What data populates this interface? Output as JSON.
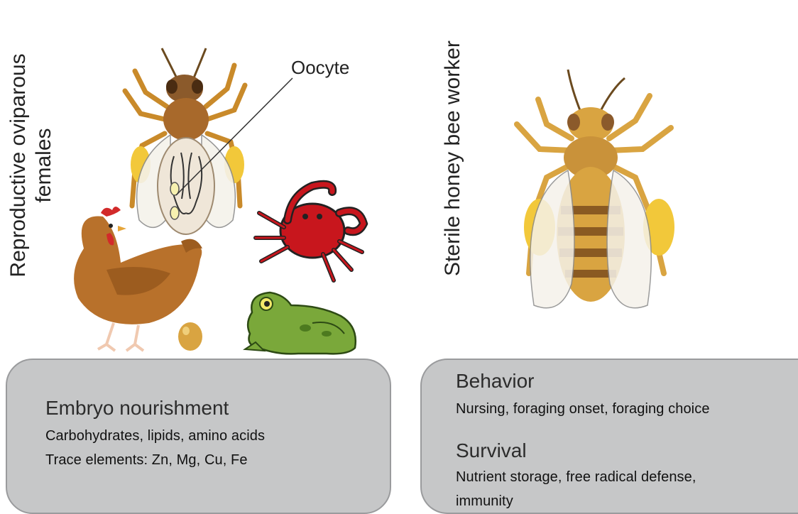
{
  "left_column": {
    "vertical_label_line1": "Reproductive oviparous",
    "vertical_label_line2": "females",
    "callout_label": "Oocyte",
    "panel": {
      "title": "Embryo nourishment",
      "line1": "Carbohydrates, lipids, amino acids",
      "line2": "Trace elements: Zn, Mg, Cu, Fe"
    }
  },
  "right_column": {
    "vertical_label": "Sterile honey bee worker",
    "panel": {
      "title1": "Behavior",
      "line1": "Nursing, foraging onset, foraging choice",
      "title2": "Survival",
      "line2": "Nutrient storage, free radical defense,",
      "line3": "immunity"
    }
  },
  "icons": [
    "queen-bee-icon",
    "hen-icon",
    "egg-icon",
    "crab-icon",
    "frog-icon",
    "worker-bee-icon"
  ],
  "colors": {
    "panel_fill": "#c6c7c8",
    "panel_border": "#9a9b9d",
    "bee_body": "#d9a441",
    "crab": "#c8161d",
    "frog": "#7aa83a",
    "hen": "#b8712b"
  }
}
